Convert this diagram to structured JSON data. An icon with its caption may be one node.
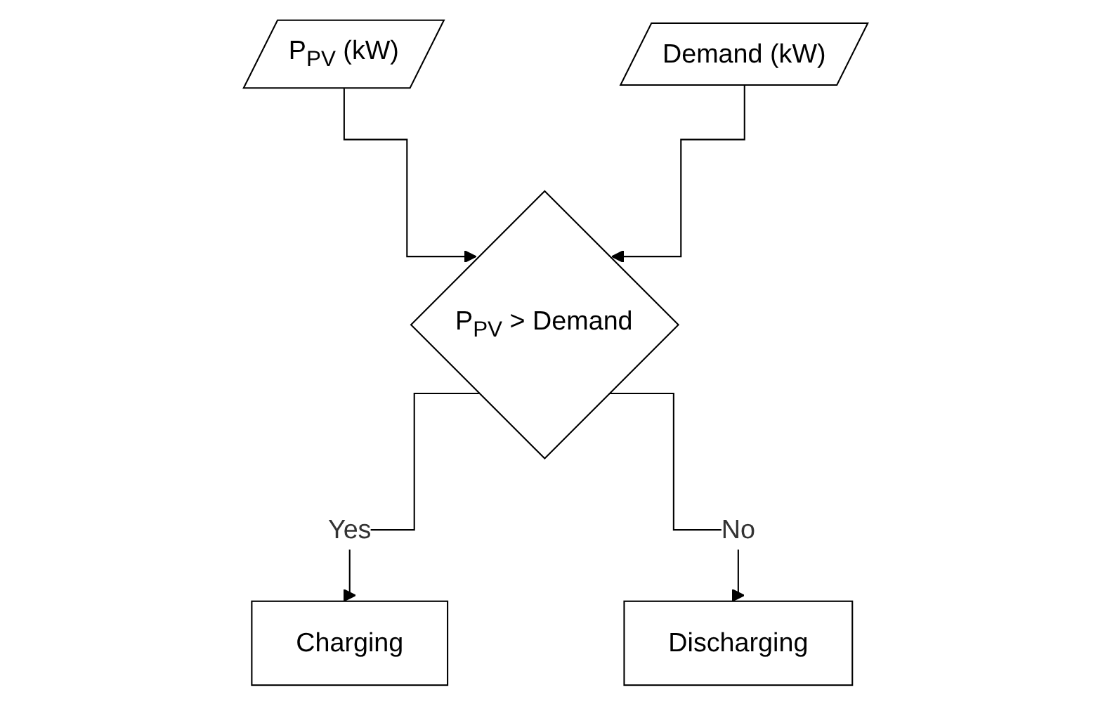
{
  "diagram": {
    "nodes": [
      {
        "text": [
          "P$_{PV}$ (kW)"
        ]
      },
      {
        "text": [
          "Demand (kW)"
        ]
      },
      {
        "text": [
          "P$_{PV}$ > Demand"
        ]
      },
      {
        "text": [
          "Charging"
        ]
      },
      {
        "text": [
          "Discharging"
        ]
      }
    ],
    "edges": [
      {
        "from": 0,
        "to": 2,
        "arrow": "to"
      },
      {
        "from": 1,
        "to": 2,
        "arrow": "to"
      },
      {
        "from": 2,
        "to": 3,
        "arrow": "to",
        "label": "Yes"
      },
      {
        "from": 2,
        "to": 4,
        "arrow": "to",
        "label": "No"
      }
    ]
  }
}
